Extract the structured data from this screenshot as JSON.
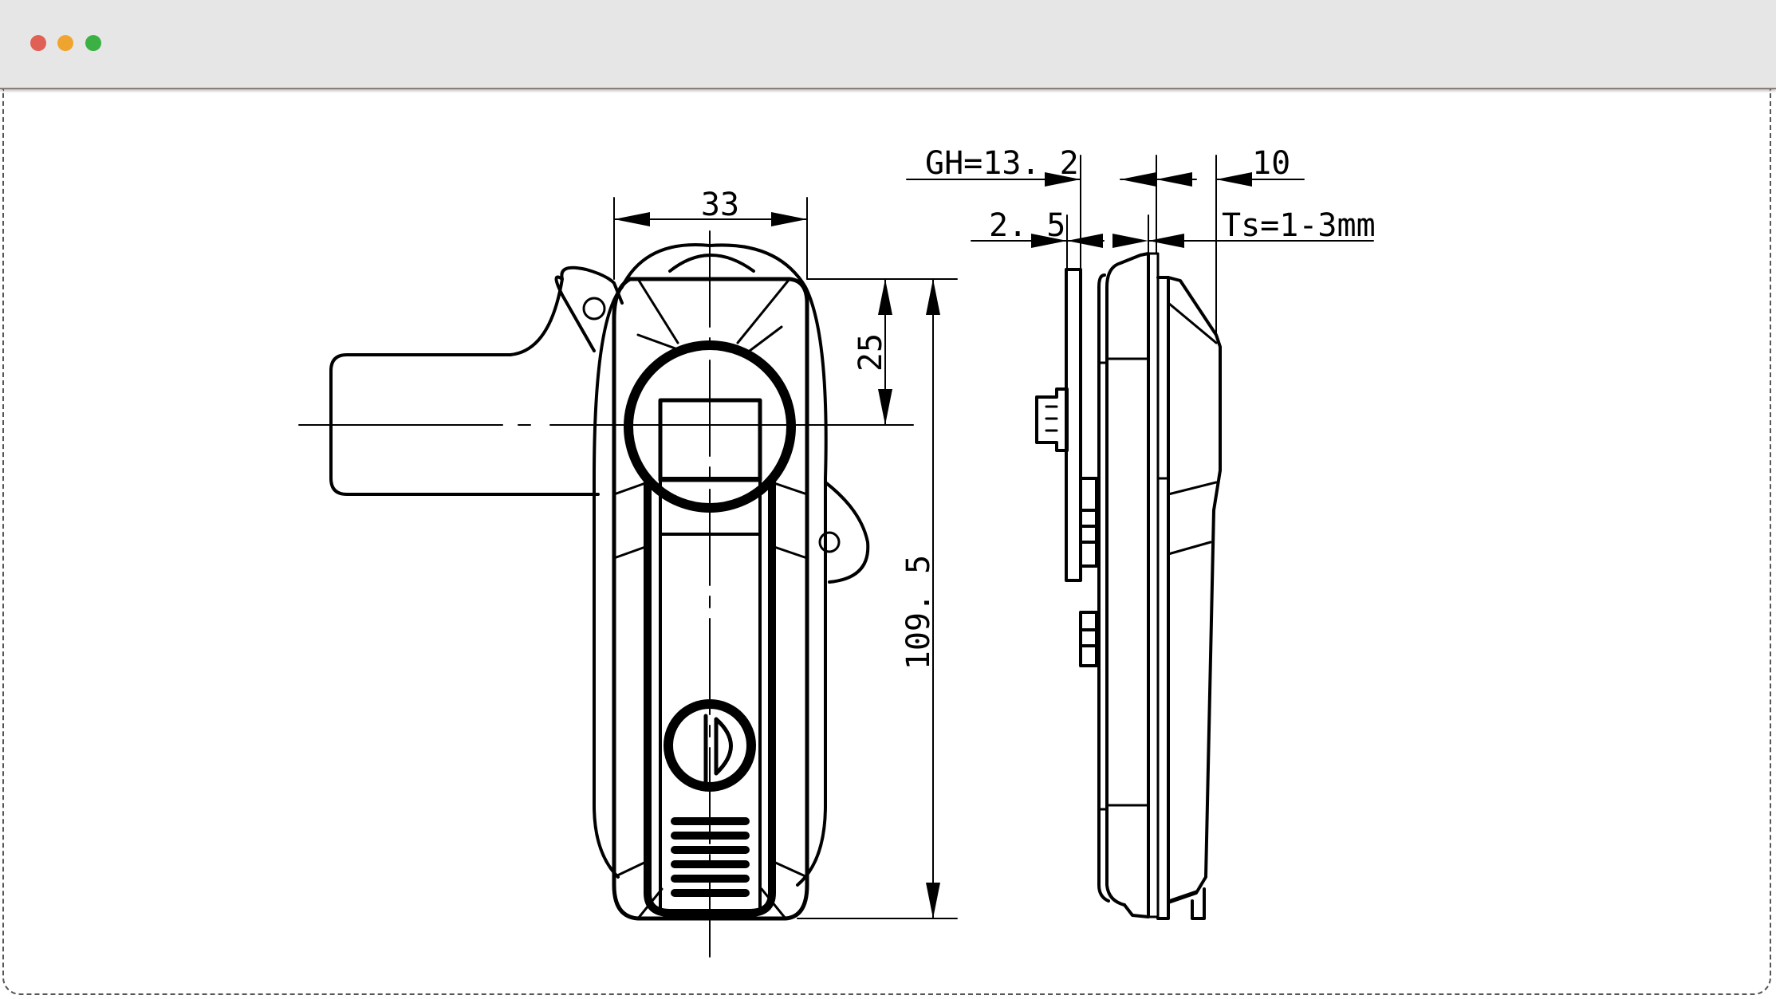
{
  "colors": {
    "close": "#e06055",
    "minimize": "#f0a430",
    "maximize": "#3bb143",
    "line": "#000000"
  },
  "dimensions": {
    "width": "33",
    "offset": "25",
    "height": "109. 5",
    "gh": "GH=13. 2",
    "flange": "2. 5",
    "depth": "10",
    "thickness": "Ts=1-3mm"
  }
}
